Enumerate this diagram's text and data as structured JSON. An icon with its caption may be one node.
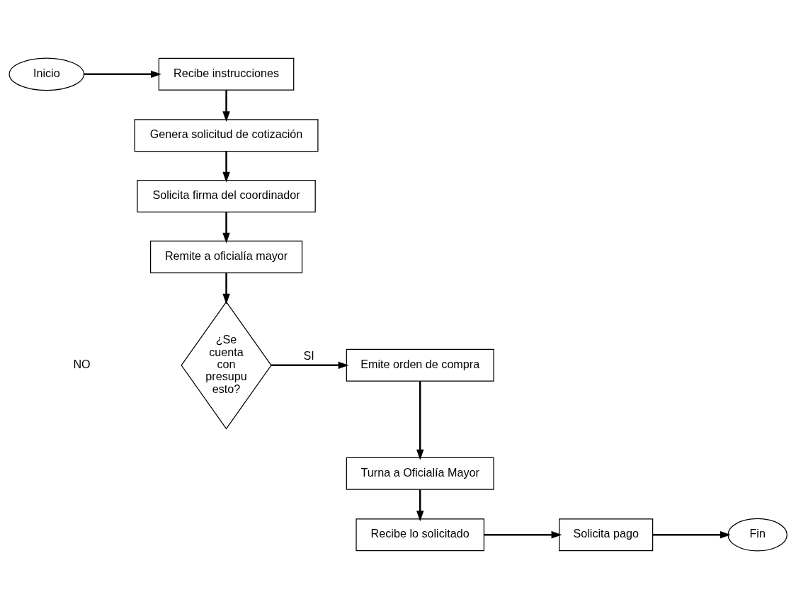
{
  "diagram": {
    "nodes": [
      {
        "text": [
          "Inicio"
        ]
      },
      {
        "text": [
          "Recibe instrucciones"
        ]
      },
      {
        "text": [
          "Genera solicitud de cotización"
        ]
      },
      {
        "text": [
          "Solicita firma del coordinador"
        ]
      },
      {
        "text": [
          "Remite a oficialía mayor"
        ]
      },
      {
        "text": [
          "¿Se cuenta con presupu esto?"
        ]
      },
      {
        "text": [
          "Emite orden de compra"
        ]
      },
      {
        "text": [
          "Turna a Oficialía Mayor"
        ]
      },
      {
        "text": [
          "Recibe lo solicitado"
        ]
      },
      {
        "text": [
          "Solicita pago"
        ]
      },
      {
        "text": [
          "Fin"
        ]
      }
    ],
    "edges": [
      {
        "from": 0,
        "to": 1,
        "arrow": "to"
      },
      {
        "from": 1,
        "to": 2,
        "arrow": "to"
      },
      {
        "from": 2,
        "to": 3,
        "arrow": "to"
      },
      {
        "from": 3,
        "to": 4,
        "arrow": "to"
      },
      {
        "from": 4,
        "to": 5,
        "arrow": "to"
      },
      {
        "from": 5,
        "to": 6,
        "arrow": "to",
        "label": "SI"
      },
      {
        "from": 6,
        "to": 7,
        "arrow": "to"
      },
      {
        "from": 7,
        "to": 8,
        "arrow": "to"
      },
      {
        "from": 8,
        "to": 9,
        "arrow": "to"
      },
      {
        "from": 9,
        "to": 10,
        "arrow": "to"
      }
    ],
    "labels": [
      "NO"
    ]
  }
}
